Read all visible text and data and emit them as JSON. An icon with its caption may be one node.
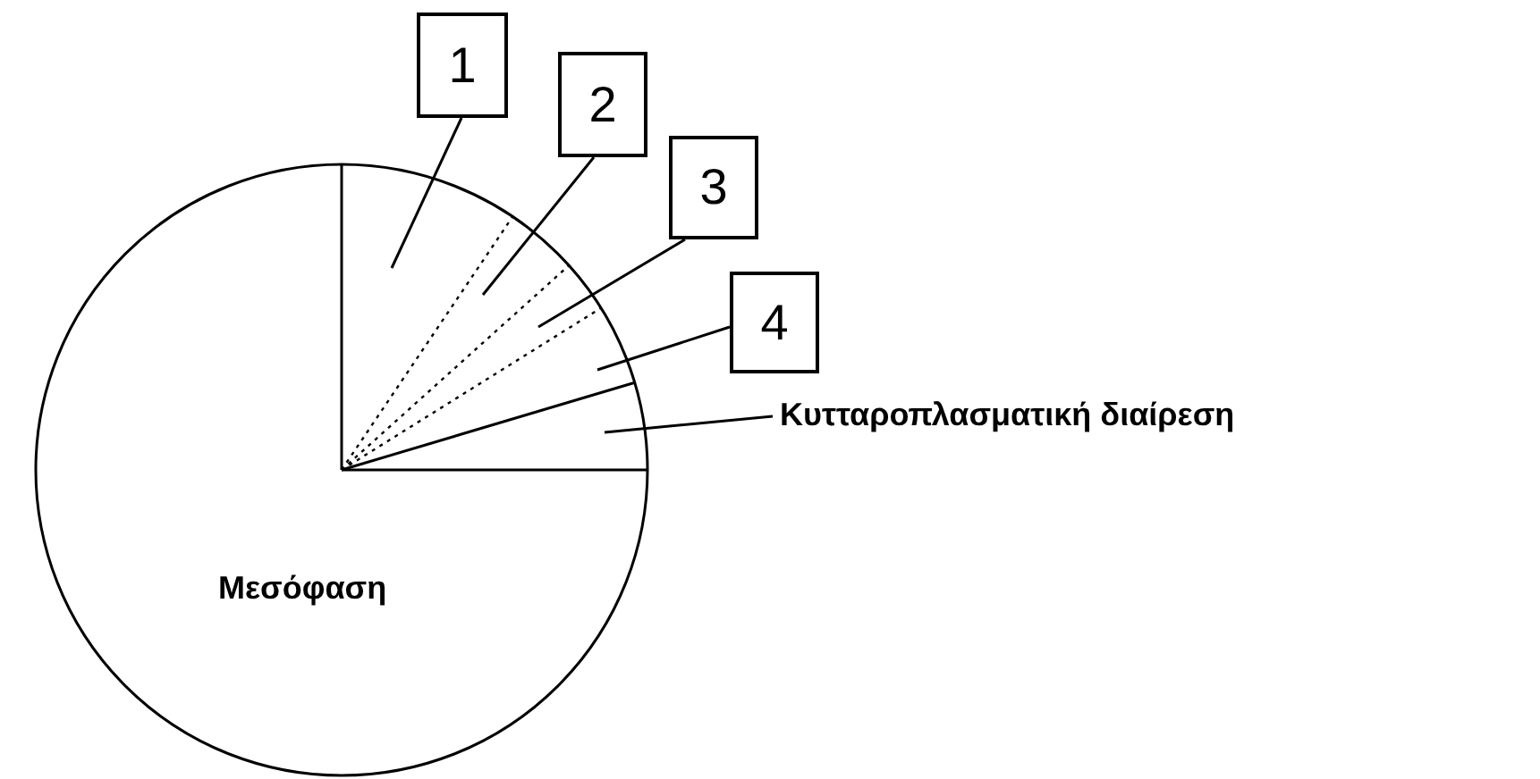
{
  "diagram": {
    "nodes": [
      {
        "text": [
          "1"
        ]
      },
      {
        "text": [
          "2"
        ]
      },
      {
        "text": [
          "3"
        ]
      },
      {
        "text": [
          "4"
        ]
      },
      {
        "text": [
          "Κυτταροπλασματική διαίρεση"
        ]
      }
    ],
    "edges": [
      {
        "from": 0,
        "to": null,
        "arrow": "none"
      },
      {
        "from": 1,
        "to": null,
        "arrow": "none"
      },
      {
        "from": 2,
        "to": null,
        "arrow": "none"
      },
      {
        "from": 3,
        "to": null,
        "arrow": "none"
      },
      {
        "from": 4,
        "to": null,
        "arrow": "none"
      }
    ],
    "labels": [
      "Μεσόφαση"
    ]
  }
}
